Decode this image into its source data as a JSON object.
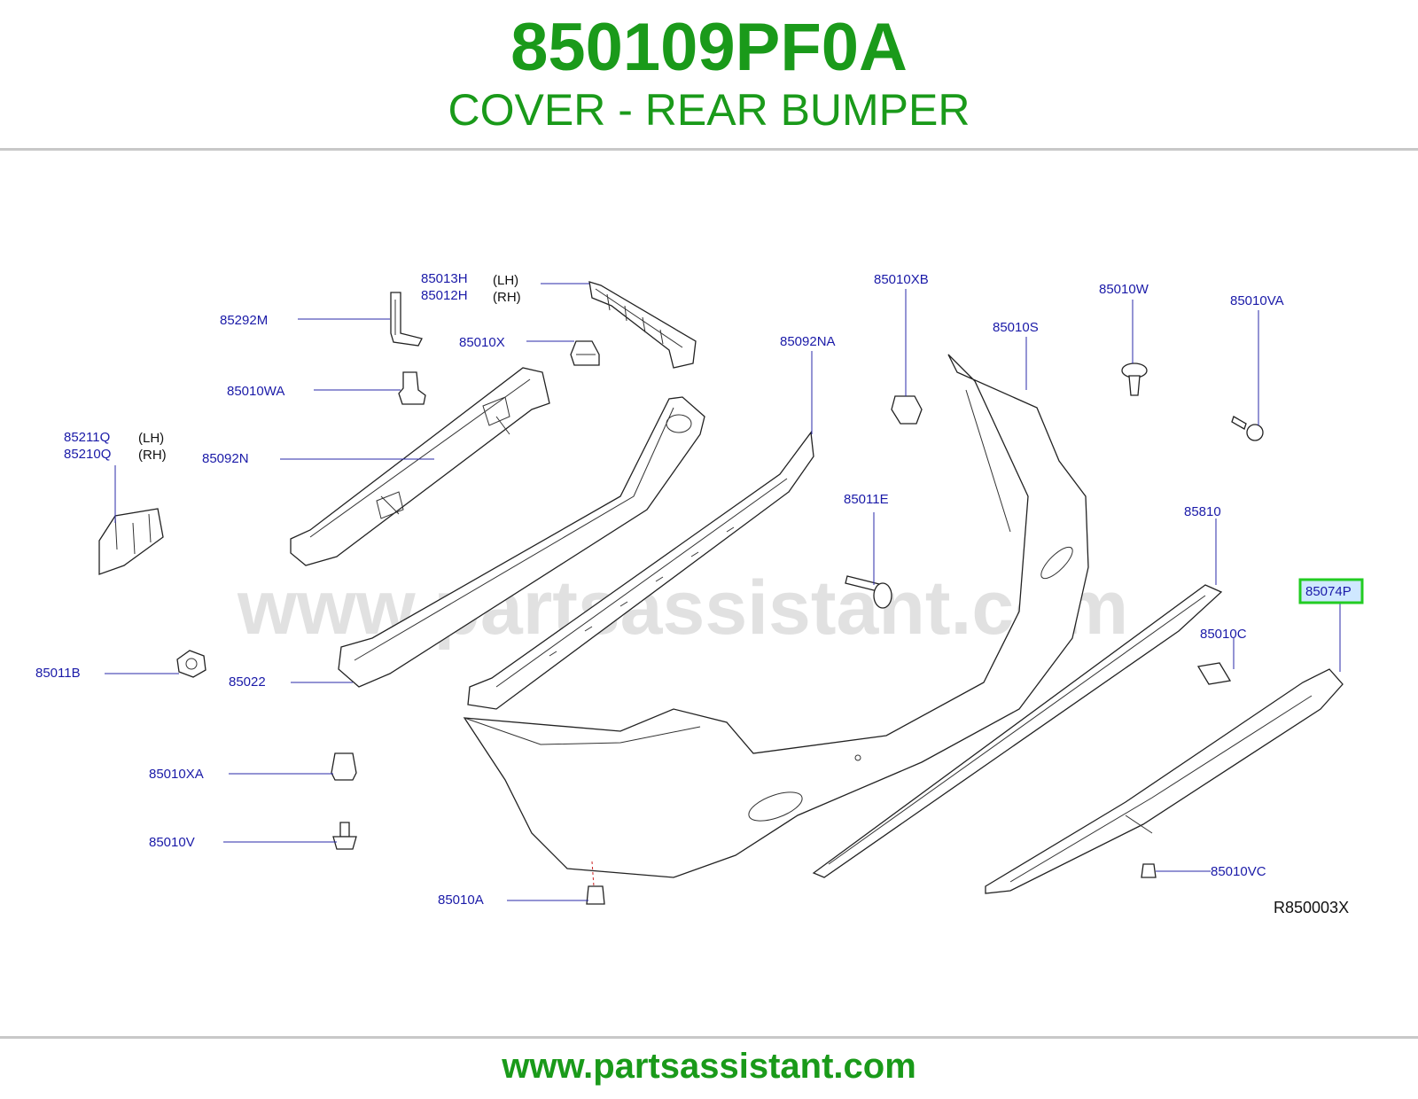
{
  "header": {
    "part_number": "850109PF0A",
    "title": "COVER - REAR BUMPER"
  },
  "watermark": "www.partsassistant.com",
  "footer": {
    "url": "www.partsassistant.com"
  },
  "figure_ref": "R850003X",
  "labels": {
    "p85013H": "85013H",
    "p85012H": "85012H",
    "lh1": "(LH)",
    "rh1": "(RH)",
    "p85292M": "85292M",
    "p85010X": "85010X",
    "p85010XB": "85010XB",
    "p85010W": "85010W",
    "p85010VA": "85010VA",
    "p85010S": "85010S",
    "p85092NA": "85092NA",
    "p85010WA": "85010WA",
    "p85211Q": "85211Q",
    "p85210Q": "85210Q",
    "lh2": "(LH)",
    "rh2": "(RH)",
    "p85092N": "85092N",
    "p85011E": "85011E",
    "p85810": "85810",
    "p85074P": "85074P",
    "p85010C": "85010C",
    "p85011B": "85011B",
    "p85022": "85022",
    "p85010XA": "85010XA",
    "p85010V": "85010V",
    "p85010A": "85010A",
    "p85010VC": "85010VC"
  },
  "colors": {
    "brand_green": "#1a9a1a",
    "label_blue": "#1a1aa8",
    "highlight_border": "#22cc22",
    "highlight_fill": "#cfe8ff"
  }
}
